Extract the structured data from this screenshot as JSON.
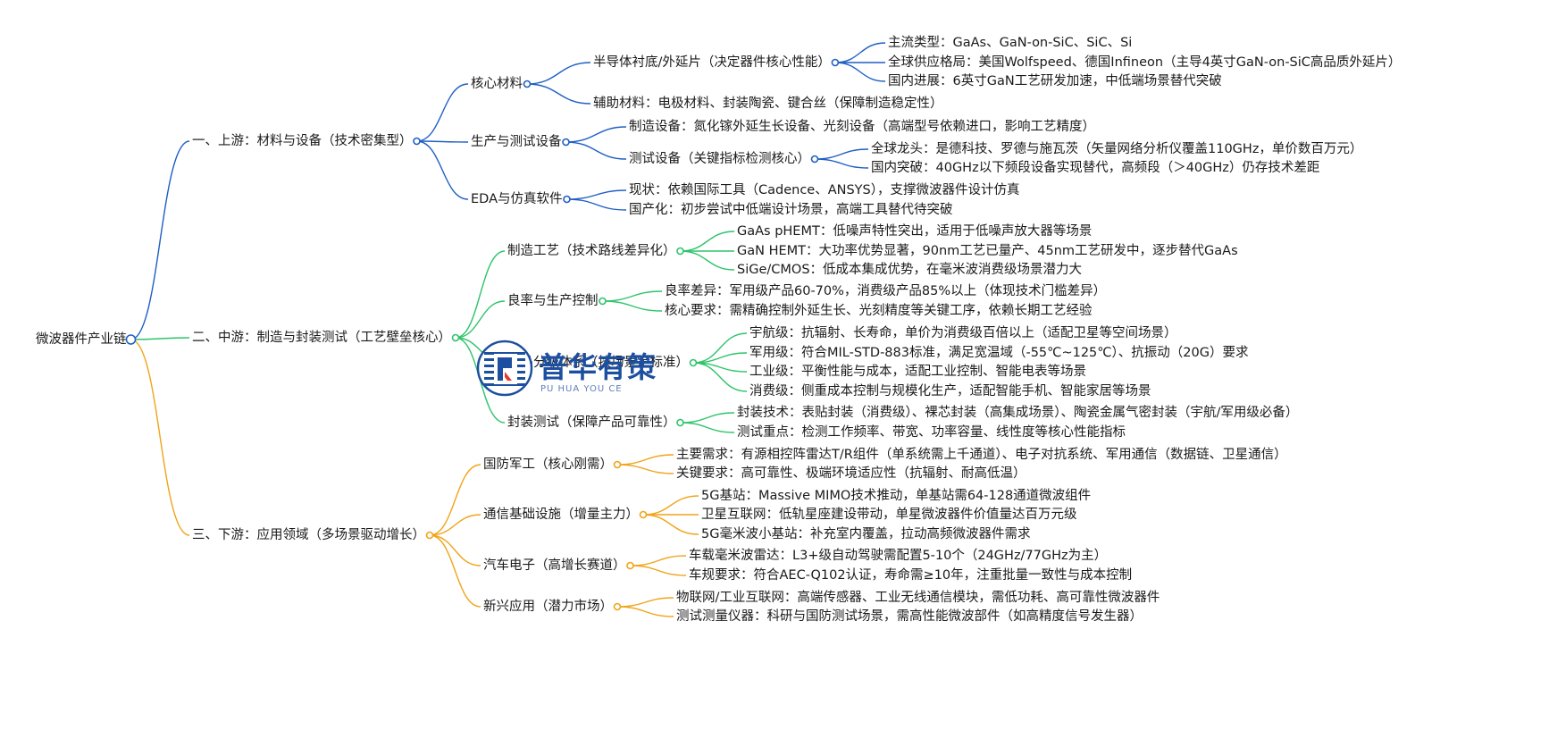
{
  "mindmap": {
    "root": "微波器件产业链",
    "colors": {
      "upstream": "#1f5fc4",
      "midstream": "#2dc46a",
      "downstream": "#f0a419"
    },
    "upstream": {
      "label": "一、上游：材料与设备（技术密集型）",
      "core_materials": {
        "label": "核心材料",
        "substrate": {
          "label": "半导体衬底/外延片（决定器件核心性能）",
          "items": [
            "主流类型：GaAs、GaN-on-SiC、SiC、Si",
            "全球供应格局：美国Wolfspeed、德国Infineon（主导4英寸GaN-on-SiC高品质外延片）",
            "国内进展：6英寸GaN工艺研发加速，中低端场景替代突破"
          ]
        },
        "auxiliary": "辅助材料：电极材料、封装陶瓷、键合丝（保障制造稳定性）"
      },
      "production_test": {
        "label": "生产与测试设备",
        "manufacturing": "制造设备：氮化镓外延生长设备、光刻设备（高端型号依赖进口，影响工艺精度）",
        "testing": {
          "label": "测试设备（关键指标检测核心）",
          "items": [
            "全球龙头：是德科技、罗德与施瓦茨（矢量网络分析仪覆盖110GHz，单价数百万元）",
            "国内突破：40GHz以下频段设备实现替代，高频段（＞40GHz）仍存技术差距"
          ]
        }
      },
      "eda": {
        "label": "EDA与仿真软件",
        "items": [
          "现状：依赖国际工具（Cadence、ANSYS），支撑微波器件设计仿真",
          "国产化：初步尝试中低端设计场景，高端工具替代待突破"
        ]
      }
    },
    "midstream": {
      "label": "二、中游：制造与封装测试（工艺壁垒核心）",
      "process": {
        "label": "制造工艺（技术路线差异化）",
        "items": [
          "GaAs pHEMT：低噪声特性突出，适用于低噪声放大器等场景",
          "GaN HEMT：大功率优势显著，90nm工艺已量产、45nm工艺研发中，逐步替代GaAs",
          "SiGe/CMOS：低成本集成优势，在毫米波消费级场景潜力大"
        ]
      },
      "yield": {
        "label": "良率与生产控制",
        "items": [
          "良率差异：军用级产品60-70%，消费级产品85%以上（体现技术门槛差异）",
          "核心要求：需精确控制外延生长、光刻精度等关键工序，依赖长期工艺经验"
        ]
      },
      "grading": {
        "label": "产品分级体系（按场景定标准）",
        "items": [
          "宇航级：抗辐射、长寿命，单价为消费级百倍以上（适配卫星等空间场景）",
          "军用级：符合MIL-STD-883标准，满足宽温域（-55℃~125℃）、抗振动（20G）要求",
          "工业级：平衡性能与成本，适配工业控制、智能电表等场景",
          "消费级：侧重成本控制与规模化生产，适配智能手机、智能家居等场景"
        ]
      },
      "packaging": {
        "label": "封装测试（保障产品可靠性）",
        "items": [
          "封装技术：表贴封装（消费级）、裸芯封装（高集成场景）、陶瓷金属气密封装（宇航/军用级必备）",
          "测试重点：检测工作频率、带宽、功率容量、线性度等核心性能指标"
        ]
      }
    },
    "downstream": {
      "label": "三、下游：应用领域（多场景驱动增长）",
      "defense": {
        "label": "国防军工（核心刚需）",
        "items": [
          "主要需求：有源相控阵雷达T/R组件（单系统需上千通道）、电子对抗系统、军用通信（数据链、卫星通信）",
          "关键要求：高可靠性、极端环境适应性（抗辐射、耐高低温）"
        ]
      },
      "telecom": {
        "label": "通信基础设施（增量主力）",
        "items": [
          "5G基站：Massive MIMO技术推动，单基站需64-128通道微波组件",
          "卫星互联网：低轨星座建设带动，单星微波器件价值量达百万元级",
          "5G毫米波小基站：补充室内覆盖，拉动高频微波器件需求"
        ]
      },
      "auto": {
        "label": "汽车电子（高增长赛道）",
        "items": [
          "车载毫米波雷达：L3+级自动驾驶需配置5-10个（24GHz/77GHz为主）",
          "车规要求：符合AEC-Q102认证，寿命需≥10年，注重批量一致性与成本控制"
        ]
      },
      "emerging": {
        "label": "新兴应用（潜力市场）",
        "items": [
          "物联网/工业互联网：高端传感器、工业无线通信模块，需低功耗、高可靠性微波器件",
          "测试测量仪器：科研与国防测试场景，需高性能微波部件（如高精度信号发生器）"
        ]
      }
    }
  },
  "watermark": {
    "name_cn": "普华有策",
    "name_en": "PU HUA YOU CE",
    "colors": {
      "brand": "#1d4fa0",
      "accent": "#e23b2e"
    }
  }
}
